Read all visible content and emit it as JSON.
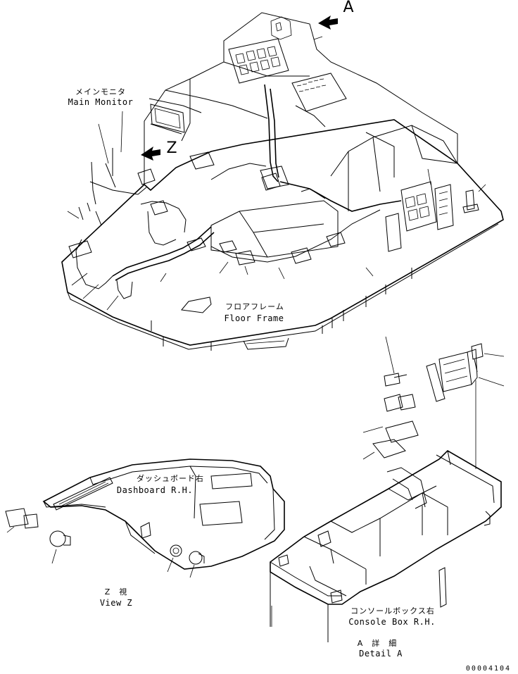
{
  "labels": {
    "main_monitor_jp": "メインモニタ",
    "main_monitor_en": "Main Monitor",
    "view_a_marker": "A",
    "view_z_marker": "Z",
    "floor_frame_jp": "フロアフレーム",
    "floor_frame_en": "Floor Frame",
    "dashboard_jp": "ダッシュボード右",
    "dashboard_en": "Dashboard R.H.",
    "view_z_jp": "Z　視",
    "view_z_en": "View Z",
    "console_box_jp": "コンソールボックス右",
    "console_box_en": "Console Box R.H.",
    "detail_a_jp": "A　詳　細",
    "detail_a_en": "Detail A",
    "drawing_number": "00004104"
  },
  "colors": {
    "line": "#000000",
    "background": "#ffffff"
  },
  "icons": [
    "view-direction-arrow-icon"
  ]
}
